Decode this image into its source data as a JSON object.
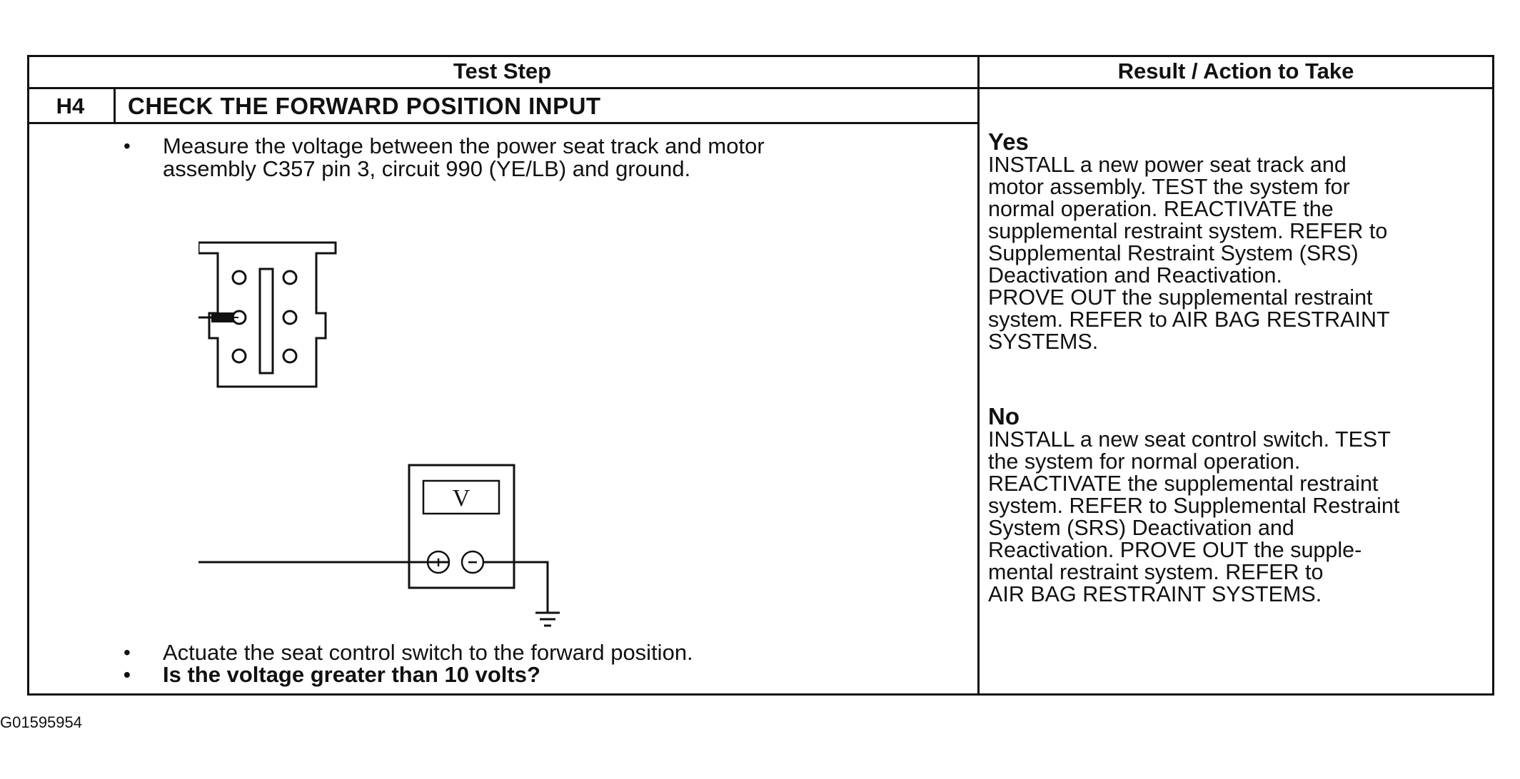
{
  "header": {
    "test_step": "Test Step",
    "result_action": "Result / Action to Take"
  },
  "step": {
    "code": "H4",
    "title": "CHECK THE FORWARD POSITION INPUT"
  },
  "instructions": [
    {
      "lines": [
        "Measure the voltage between the power seat track and motor",
        "assembly C357 pin 3, circuit 990 (YE/LB) and ground."
      ],
      "bold": false
    },
    {
      "lines": [
        "Actuate the seat control switch to the forward position."
      ],
      "bold": false
    },
    {
      "lines": [
        "Is the voltage greater than 10 volts?"
      ],
      "bold": true
    }
  ],
  "diagram": {
    "meter_label": "V",
    "plus_symbol": "+",
    "minus_symbol": "−"
  },
  "results": {
    "yes": {
      "heading": "Yes",
      "lines": [
        "INSTALL a new power seat track and",
        "motor assembly. TEST the system for",
        "normal operation. REACTIVATE the",
        "supplemental restraint system. REFER to",
        "Supplemental Restraint System (SRS)",
        "Deactivation and Reactivation.",
        "PROVE OUT the supplemental restraint",
        "system. REFER to AIR BAG RESTRAINT",
        "SYSTEMS."
      ]
    },
    "no": {
      "heading": "No",
      "lines": [
        "INSTALL a new seat control switch. TEST",
        "the system for normal operation.",
        "REACTIVATE the supplemental restraint",
        "system. REFER to Supplemental Restraint",
        "System (SRS) Deactivation and",
        "Reactivation. PROVE OUT the supple-",
        "mental restraint system. REFER to",
        "AIR BAG RESTRAINT SYSTEMS."
      ]
    }
  },
  "figure_id": "G01595954"
}
